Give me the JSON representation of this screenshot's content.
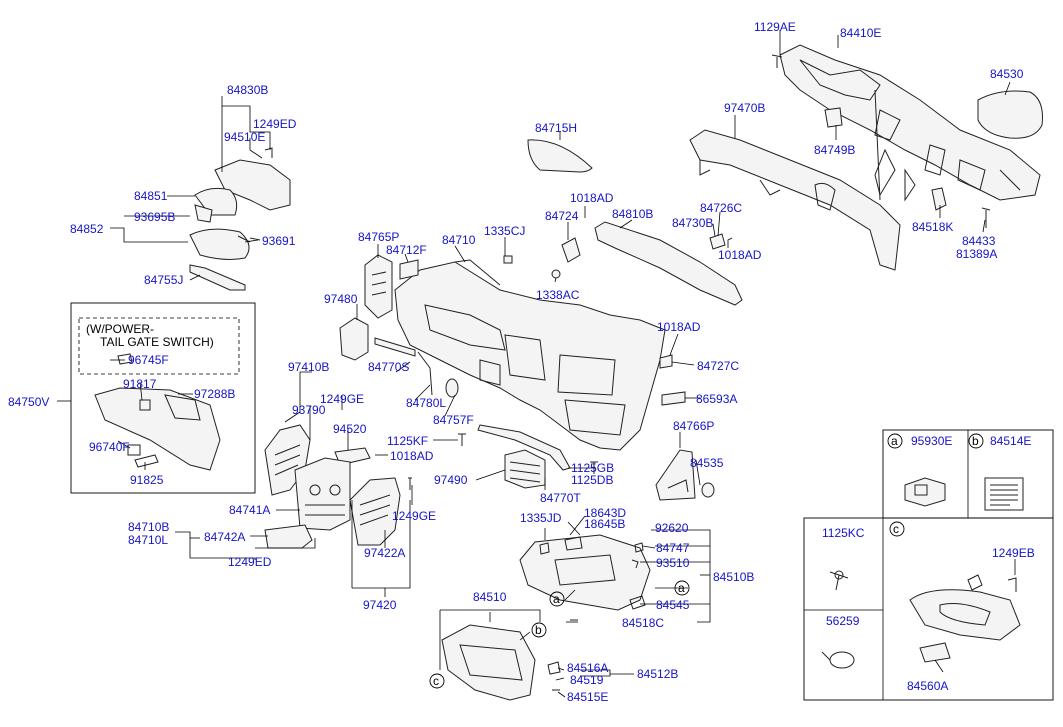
{
  "parts": {
    "p1129AE": "1129AE",
    "p84410E": "84410E",
    "p84530": "84530",
    "p97470B": "97470B",
    "p84749B": "84749B",
    "p84518K": "84518K",
    "p84433": "84433",
    "p81389A": "81389A",
    "p84715H": "84715H",
    "p84830B": "84830B",
    "p1249ED_a": "1249ED",
    "p94510E": "94510E",
    "p84851": "84851",
    "p84852": "84852",
    "p93695B": "93695B",
    "p93691": "93691",
    "p84755J": "84755J",
    "p1018AD_a": "1018AD",
    "p84724": "84724",
    "p84810B": "84810B",
    "p84726C": "84726C",
    "p84730B": "84730B",
    "p1018AD_b": "1018AD",
    "p1335CJ": "1335CJ",
    "p84765P": "84765P",
    "p84712F": "84712F",
    "p84710": "84710",
    "p1338AC": "1338AC",
    "p97480": "97480",
    "p1018AD_c": "1018AD",
    "p84727C": "84727C",
    "p86593A": "86593A",
    "p84750V": "84750V",
    "p96745F": "96745F",
    "p91817": "91817",
    "p97288B": "97288B",
    "p96740F": "96740F",
    "p91825": "91825",
    "p97410B": "97410B",
    "p84770S": "84770S",
    "p1249GE_a": "1249GE",
    "p93790": "93790",
    "p84780L": "84780L",
    "p84757F": "84757F",
    "p94520": "94520",
    "p1125KF": "1125KF",
    "p1018AD_d": "1018AD",
    "p84766P": "84766P",
    "p84535": "84535",
    "p1125GB": "1125GB",
    "p1125DB": "1125DB",
    "p97490": "97490",
    "p84770T": "84770T",
    "p84741A": "84741A",
    "p84710B": "84710B",
    "p84710L": "84710L",
    "p84742A": "84742A",
    "p1249GE_b": "1249GE",
    "p1249ED_b": "1249ED",
    "p97422A": "97422A",
    "p97420": "97420",
    "p1335JD": "1335JD",
    "p18643D": "18643D",
    "p18645B": "18645B",
    "p92620": "92620",
    "p84747": "84747",
    "p93510": "93510",
    "p84510B": "84510B",
    "p84545": "84545",
    "p84518C": "84518C",
    "p84510": "84510",
    "p84516A": "84516A",
    "p84519": "84519",
    "p84512B": "84512B",
    "p84515E": "84515E",
    "p95930E": "95930E",
    "p84514E": "84514E",
    "p1125KC": "1125KC",
    "p1249EB": "1249EB",
    "p56259": "56259",
    "p84560A": "84560A"
  },
  "option_box": {
    "line1": "(W/POWER-",
    "line2": "TAIL GATE SWITCH)"
  },
  "callouts": {
    "a": "a",
    "b": "b",
    "c": "c"
  }
}
